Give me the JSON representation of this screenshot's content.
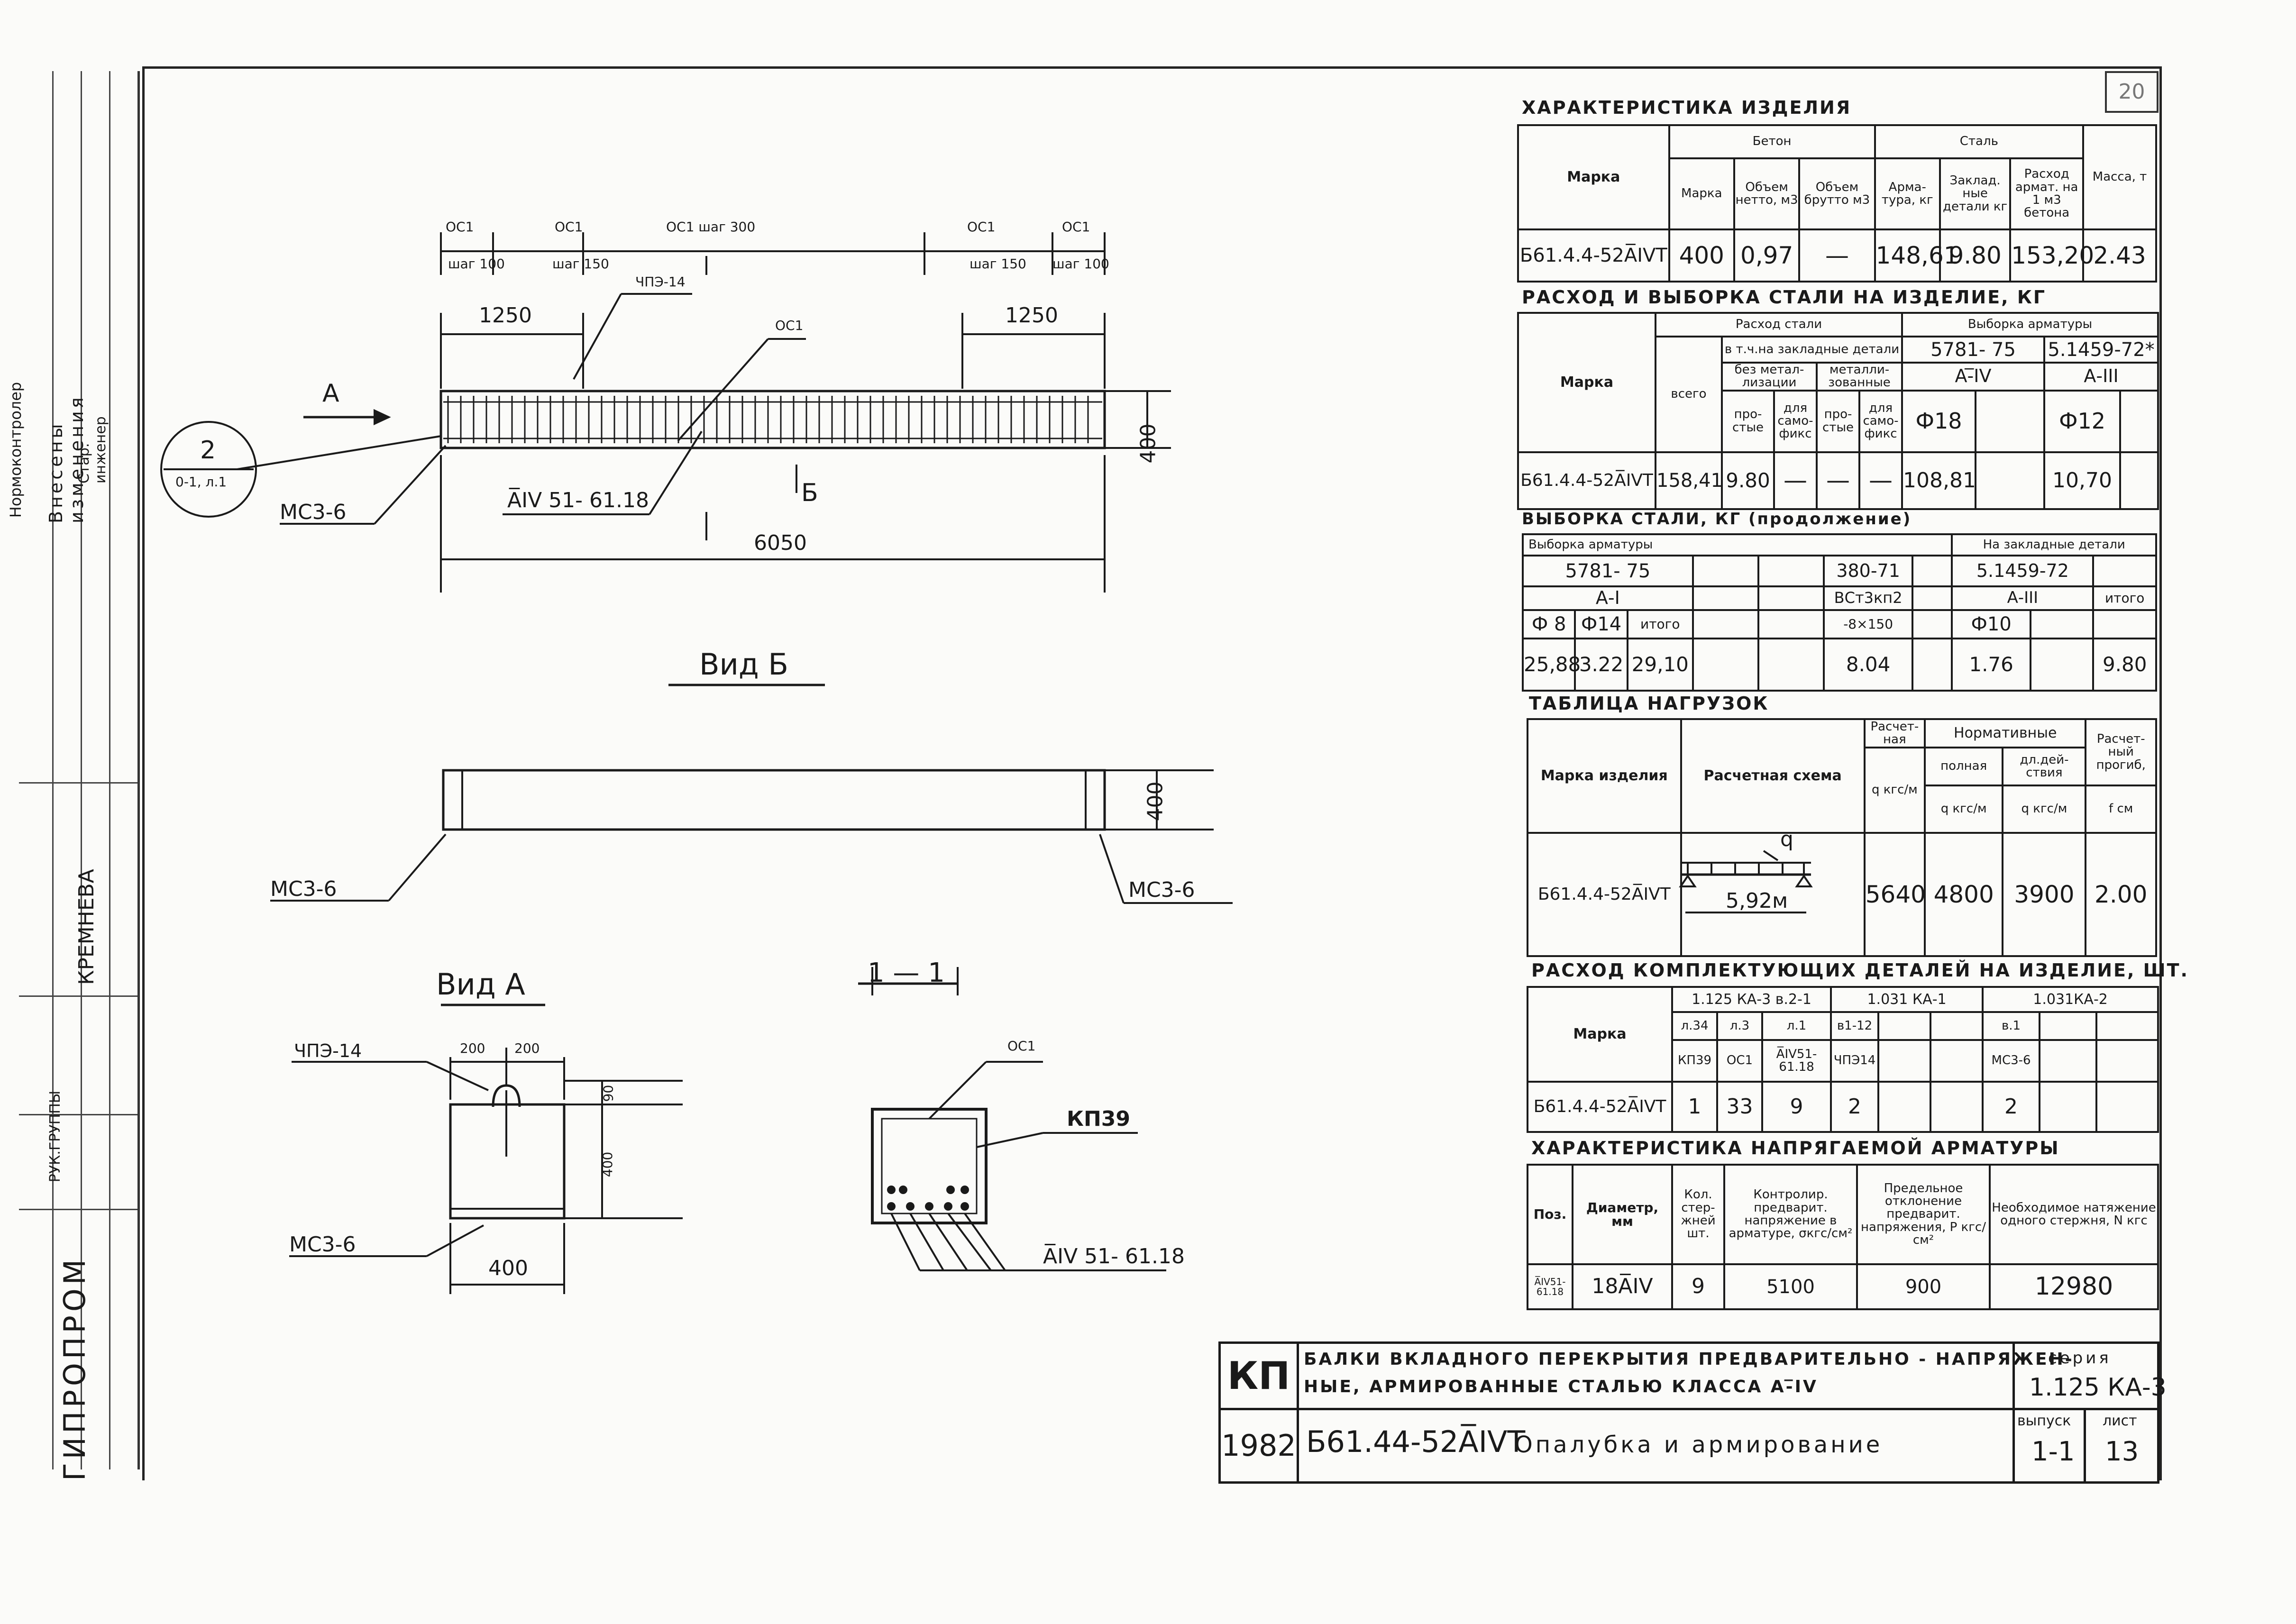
{
  "sheet_corner": "20",
  "main_view": {
    "dims": [
      "ОС1",
      "ОС1",
      "ОС1 шаг 300",
      "ОС1",
      "ОС1"
    ],
    "steps": [
      "шаг 100",
      "шаг 150",
      "шаг 150",
      "шаг 100"
    ],
    "d1250_left": "1250",
    "d1250_right": "1250",
    "label_chp": "ЧПЭ-14",
    "label_os1": "ОС1",
    "label_a": "А",
    "callout_top": "2",
    "callout_bottom": "0-1, л.1",
    "label_mse": "МС3-6",
    "label_rebar": "А̅IV 51- 61.18",
    "label_b": "Б",
    "length": "6050",
    "height": "400"
  },
  "view_b": {
    "title": "Вид Б",
    "height": "400",
    "mse_left": "МС3-6",
    "mse_right": "МС3-6"
  },
  "view_a": {
    "title": "Вид А",
    "d200a": "200",
    "d200b": "200",
    "chp": "ЧПЭ-14",
    "h": "400",
    "h_top": "90",
    "w": "400",
    "mse": "МС3-6"
  },
  "section_11": {
    "title": "1 — 1",
    "os1": "ОС1",
    "kp39": "КП39",
    "rebar": "А̅IV 51- 61.18"
  },
  "char_table": {
    "title": "ХАРАКТЕРИСТИКА ИЗДЕЛИЯ",
    "h_marka": "Марка",
    "h_beton": "Бетон",
    "h_stal": "Сталь",
    "h_marka2": "Марка",
    "h_vol_net": "Объем нетто, м3",
    "h_vol_gross": "Объем брутто м3",
    "h_arm": "Арма-тура, кг",
    "h_zakl": "Заклад. ные детали кг",
    "h_rashod": "Расход армат. на 1 м3 бетона",
    "h_massa": "Масса, т",
    "row": [
      "Б61.4.4-52А̅IVТ",
      "400",
      "0,97",
      "—",
      "148,61",
      "9.80",
      "153,20",
      "2.43"
    ]
  },
  "steel_table": {
    "title": "РАСХОД И ВЫБОРКА СТАЛИ НА ИЗДЕЛИЕ, КГ",
    "h_marka": "Марка",
    "h_rashod": "Расход стали",
    "h_vyborka": "Выборка арматуры",
    "h_vsego": "всего",
    "h_vtch": "в т.ч.на закладные детали",
    "h_bez": "без метал-лизации",
    "h_met": "металли-зованные",
    "h_prost1": "про-стые",
    "h_samo1": "для само-фикс",
    "h_prost2": "про-стые",
    "h_samo2": "для само-фикс",
    "h_gost1": "5781- 75",
    "h_gost2": "5.1459-72*",
    "h_cls1": "А-̅IV",
    "h_cls2": "А-III",
    "h_d18": "Ф18",
    "h_d12": "Ф12",
    "row": [
      "Б61.4.4-52А̅IVТ",
      "158,41",
      "9.80",
      "—",
      "—",
      "—",
      "108,81",
      "",
      "10,70",
      ""
    ]
  },
  "steel_cont": {
    "title": "ВЫБОРКА СТАЛИ, КГ (продолжение)",
    "h_vyb": "Выборка арматуры",
    "h_zakl": "На закладные детали",
    "h_gost": "5781- 75",
    "h_cls": "А-I",
    "h_gost380": "380-71",
    "h_gost5": "5.1459-72",
    "h_vst": "ВСт3кп2",
    "h_a3": "А-III",
    "h_itogo": "итого",
    "h_d8": "Ф 8",
    "h_d14": "Ф14",
    "h_itogo2": "итого",
    "h_8x150": "-8×150",
    "h_d10": "Ф10",
    "row": [
      "25,88",
      "3.22",
      "29,10",
      "",
      "",
      "8.04",
      "",
      "1.76",
      "",
      "9.80"
    ]
  },
  "load_table": {
    "title": "ТАБЛИЦА НАГРУЗОК",
    "h_marka": "Марка изделия",
    "h_scheme": "Расчетная схема",
    "h_raschet": "Расчет-ная",
    "h_q": "q кгс/м",
    "h_norm": "Нормативные",
    "h_poln": "полная",
    "h_dl": "дл.дей-ствия",
    "h_qp": "q кгс/м",
    "h_qd": "q кгс/м",
    "h_prog": "Расчет-ный прогиб,",
    "h_f": "f см",
    "q_label": "q",
    "span": "5,92м",
    "row": [
      "Б61.4.4-52А̅IVТ",
      "5640",
      "4800",
      "3900",
      "2.00"
    ]
  },
  "parts_table": {
    "title": "РАСХОД КОМПЛЕКТУЮЩИХ ДЕТАЛЕЙ НА ИЗДЕЛИЕ, ШТ.",
    "h_marka": "Марка",
    "h_s1": "1.125 КА-3 в.2-1",
    "h_s2": "1.031 КА-1",
    "h_s3": "1.031КА-2",
    "h_l34": "л.34",
    "h_l3": "л.3",
    "h_l1": "л.1",
    "h_b12": "в1-12",
    "h_v3": "в.1",
    "h_kp39": "КП39",
    "h_os1": "ОС1",
    "h_rebar": "А̅IV51- 61.18",
    "h_chp": "ЧПЭ14",
    "h_mse": "МС3-6",
    "row": [
      "Б61.4.4-52А̅IVТ",
      "1",
      "33",
      "9",
      "2",
      "",
      "",
      "2",
      ""
    ]
  },
  "prestress_table": {
    "title": "ХАРАКТЕРИСТИКА НАПРЯГАЕМОЙ АРМАТУРЫ",
    "h_pos": "Поз.",
    "h_diam": "Диаметр, мм",
    "h_kol": "Кол. стер-жней шт.",
    "h_kontr": "Контролир. предварит. напряжение в арматуре, σкгс/см²",
    "h_pred": "Предельное отклонение предварит. напряжения, Р кгс/см²",
    "h_neobh": "Необходимое натяжение одного стержня, N кгс",
    "row": [
      "А̅IV51-61.18",
      "18А̅IV",
      "9",
      "5100",
      "900",
      "12980"
    ]
  },
  "stamp": {
    "kp": "КП",
    "year": "1982",
    "title1": "БАЛКИ ВКЛАДНОГО ПЕРЕКРЫТИЯ ПРЕДВАРИТЕЛЬНО - НАПРЯЖЕН-",
    "title2": "НЫЕ, АРМИРОВАННЫЕ СТАЛЬЮ КЛАССА А-̅IV",
    "seria_lbl": "серия",
    "seria": "1.125 КА-3",
    "mark": "Б61.44-52А̅IVТ",
    "desc": "Опалубка и армирование",
    "vyp_lbl": "выпуск",
    "vyp": "1-1",
    "list_lbl": "лист",
    "list": "13"
  },
  "side_strip": {
    "t1": "Нормоконтролер",
    "t2": "Внесены изменения",
    "t3": "Стар. инженер",
    "t4": "КРЕМНЕВА",
    "t5": "РУК.ГРУППЫ",
    "t6": "ГИПРОПРОМ"
  }
}
